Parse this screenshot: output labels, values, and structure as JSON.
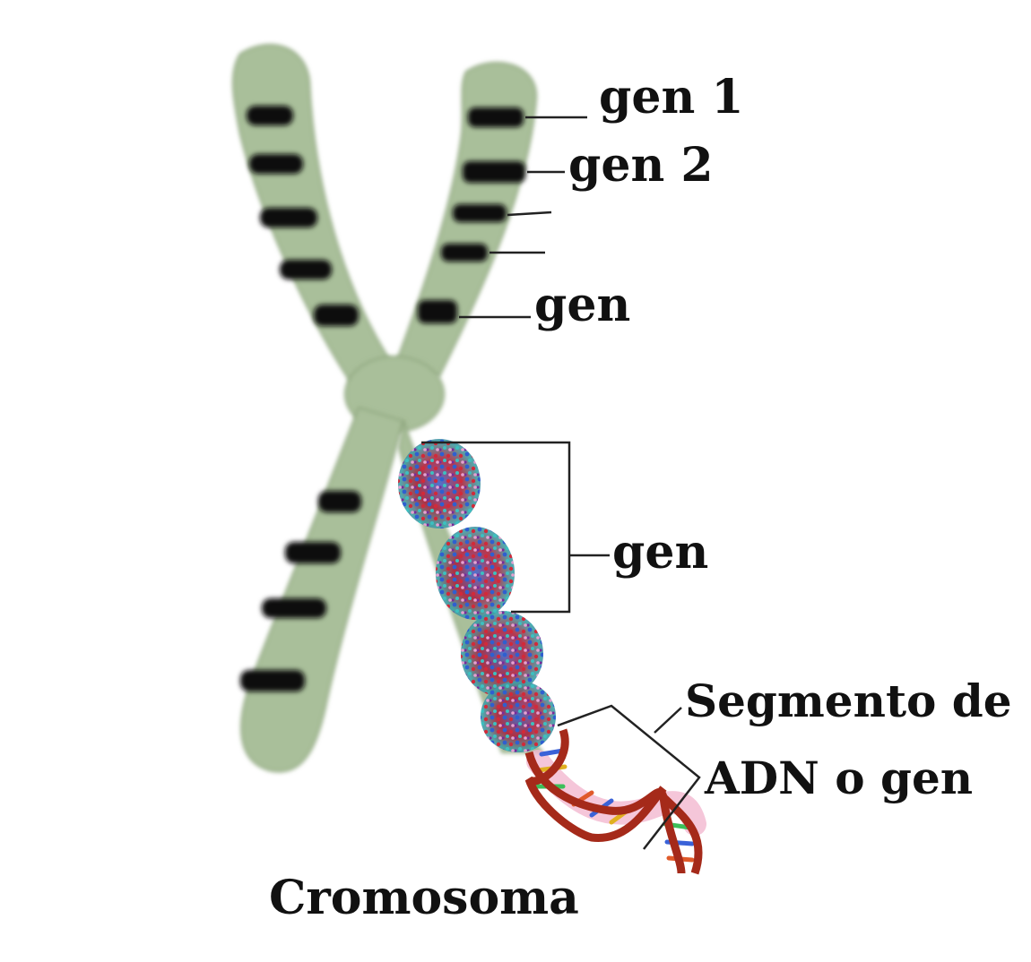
{
  "labels": {
    "gene_1": "gen 1",
    "gene_2": "gen 2",
    "gene_mid": "gen",
    "gene_bracket": "gen",
    "dna_line1": "Segmento de",
    "dna_line2": "ADN o gen",
    "chromosome": "Cromosoma"
  },
  "colors": {
    "chromatid": "#a9bf9a",
    "chromatid_edge": "#8ea67e",
    "band": "#111111",
    "dna_backbone": "#a52a1a",
    "dna_ribbon": "#f2b8cf",
    "leader_line": "#222222"
  }
}
